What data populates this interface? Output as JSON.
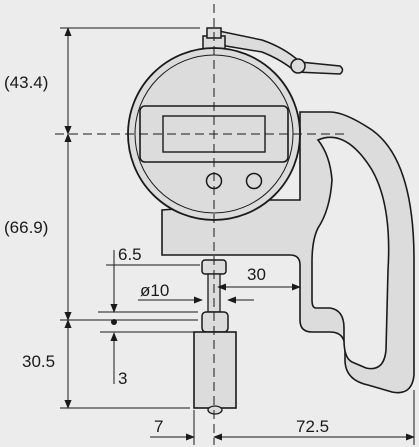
{
  "dimensions": {
    "top_height": "(43.4)",
    "mid_height": "(66.9)",
    "base_height": "30.5",
    "tip_length": "6.5",
    "anvil_diameter": "ø10",
    "throat_offset": "30",
    "anvil_gap": "3",
    "left_offset": "7",
    "total_depth": "72.5"
  },
  "colors": {
    "background": "#ececec",
    "body_fill": "#dcdcdc",
    "stroke": "#1a1a1a"
  }
}
